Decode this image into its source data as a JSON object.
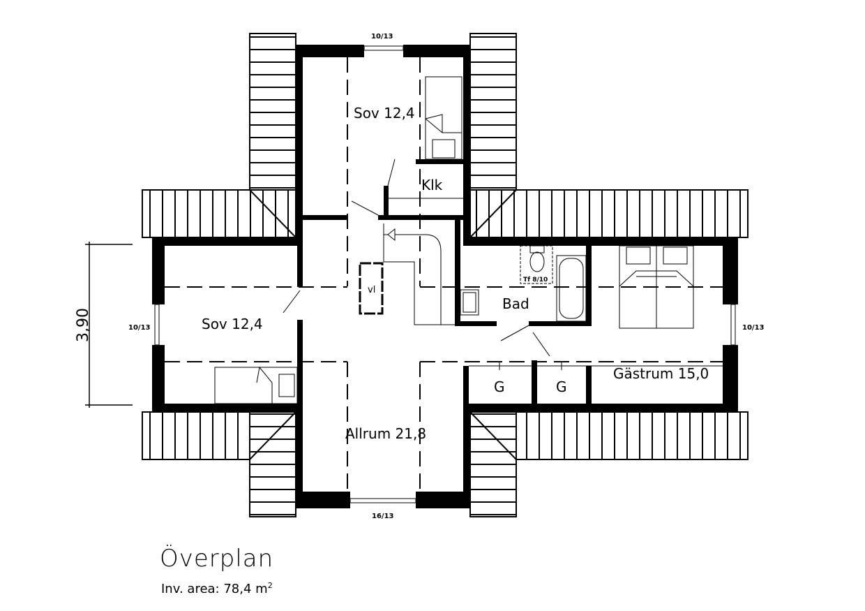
{
  "plan": {
    "title": "Överplan",
    "area_label": "Inv. area: 78,4 m",
    "area_sup": "2",
    "dimension": "3,90"
  },
  "rooms": {
    "sov_top": "Sov 12,4",
    "klk": "Klk",
    "sov_left": "Sov 12,4",
    "bad": "Bad",
    "gastrum": "Gästrum 15,0",
    "allrum": "Allrum 21,8",
    "g1": "G",
    "g2": "G",
    "vl": "vl",
    "tf": "Tf 8/10"
  },
  "windows": {
    "top": "10/13",
    "left": "10/13",
    "right": "10/13",
    "bottom": "16/13"
  },
  "colors": {
    "line": "#000000",
    "background": "#ffffff"
  }
}
